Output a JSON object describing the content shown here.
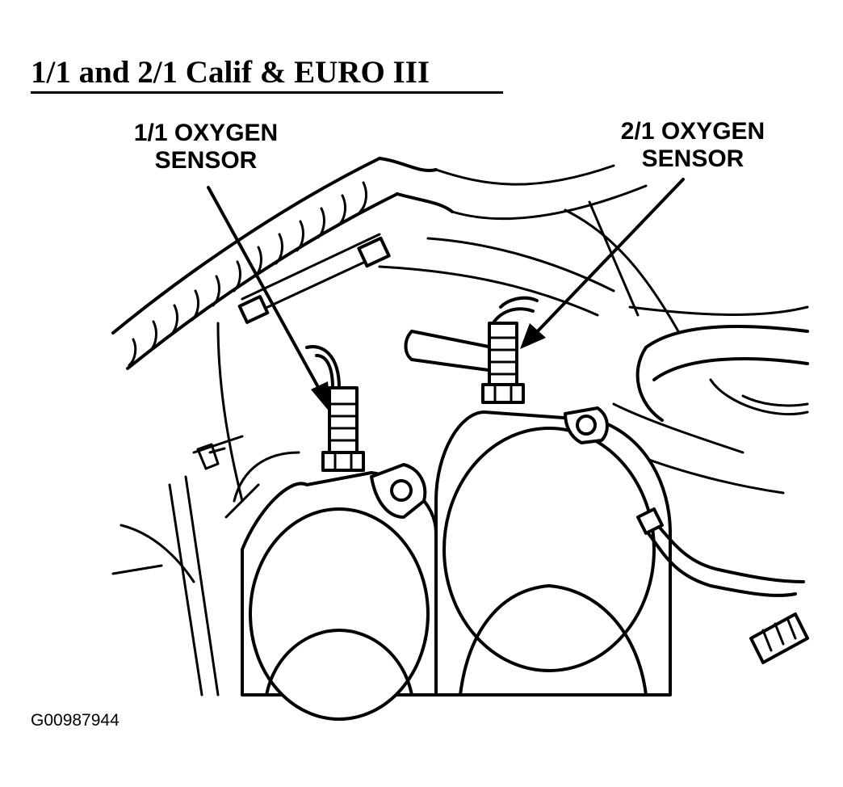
{
  "figure": {
    "title": "1/1 and 2/1 Calif & EURO III",
    "figure_id": "G00987944"
  },
  "callouts": [
    {
      "lines": [
        "1/1 OXYGEN",
        "SENSOR"
      ]
    },
    {
      "lines": [
        "2/1 OXYGEN",
        "SENSOR"
      ]
    }
  ],
  "colors": {
    "ink": "#000000",
    "paper": "#ffffff"
  }
}
